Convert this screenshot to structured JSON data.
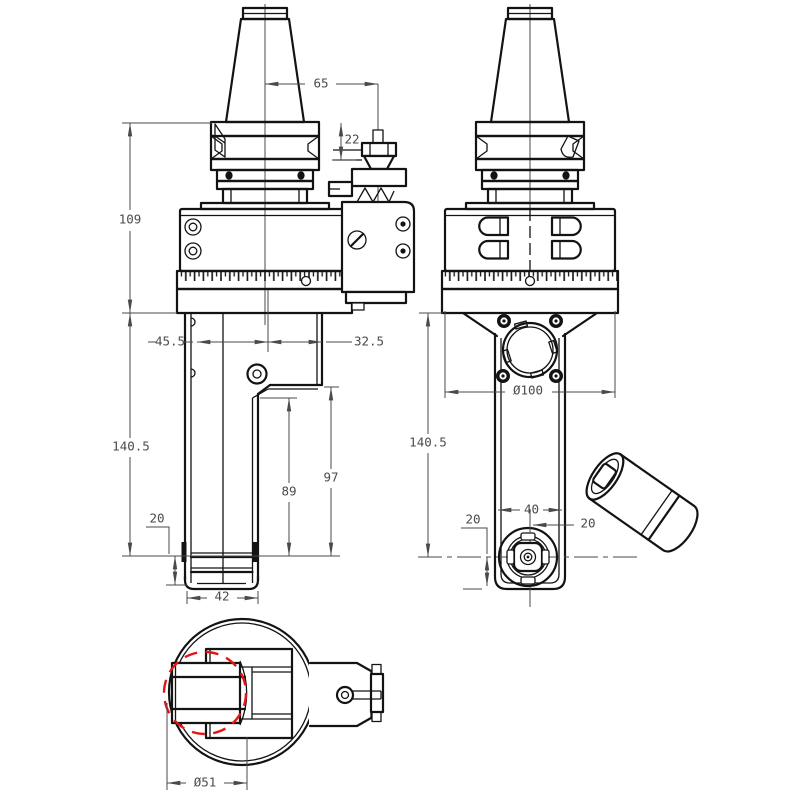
{
  "views": {
    "front": {
      "dims": {
        "d65": "65",
        "d22": "22",
        "d109": "109",
        "d45_5": "45.5",
        "d32_5": "32.5",
        "d140_5": "140.5",
        "d20": "20",
        "d42": "42",
        "d89": "89",
        "d97": "97"
      }
    },
    "side": {
      "dims": {
        "d100": "Ø100",
        "d140_5": "140.5",
        "d40": "40",
        "d20_left": "20",
        "d20_right": "20"
      }
    },
    "bottom": {
      "dims": {
        "d51": "Ø51"
      }
    },
    "colors": {
      "line": "#131313",
      "dimension": "#4a4a4a",
      "reference_red": "#e81313",
      "background": "#ffffff"
    }
  }
}
